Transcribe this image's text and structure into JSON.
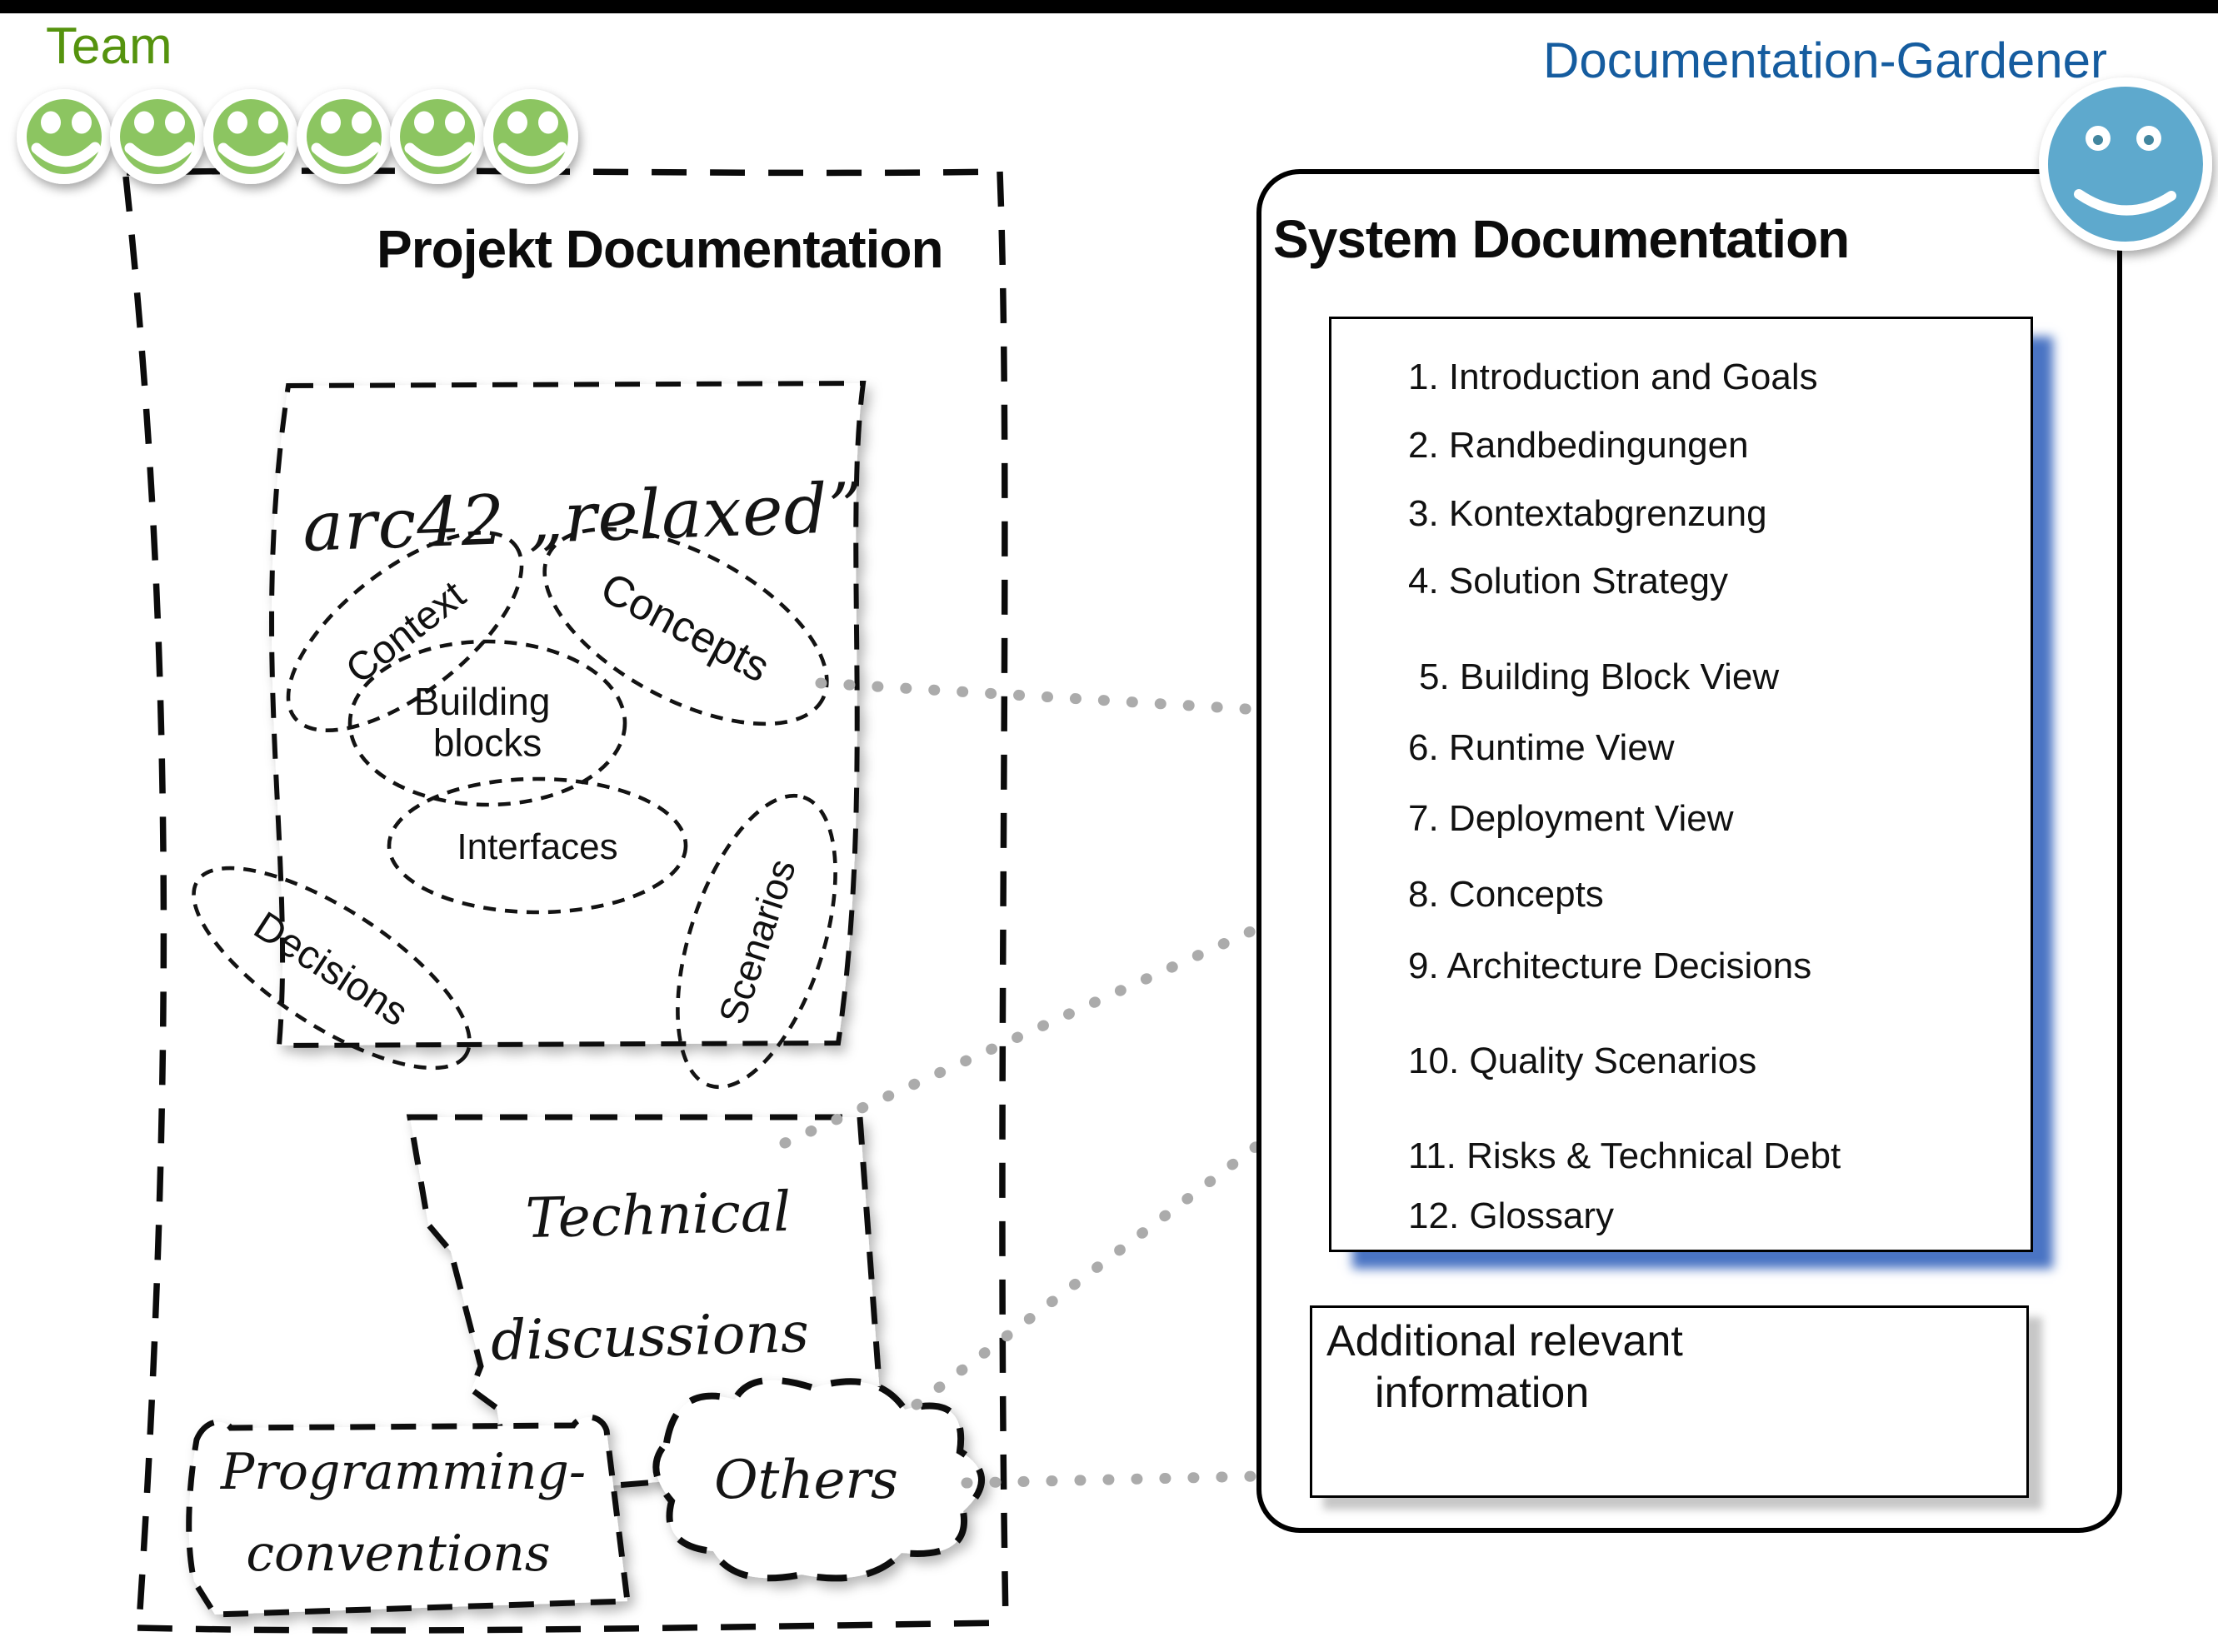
{
  "page": {
    "top_bar_color": "#000000",
    "background": "#ffffff"
  },
  "team": {
    "label": "Team",
    "label_color": "#55930e",
    "member_count": 6,
    "smiley_face_color": "#8cc561",
    "icon": "smiley-face-icon"
  },
  "gardener": {
    "label": "Documentation-Gardener",
    "label_color": "#155c9f",
    "smiley_face_color": "#5ea9cd",
    "smiley_pupil_color": "#42869f",
    "icon": "smiley-face-icon"
  },
  "project_documentation": {
    "title": "Projekt Documentation",
    "arc42_sheet": {
      "heading": "arc42 „relaxed”",
      "clouds": [
        {
          "label_lines": [
            "Context"
          ]
        },
        {
          "label_lines": [
            "Concepts"
          ]
        },
        {
          "label_lines": [
            "Building",
            "blocks"
          ]
        },
        {
          "label_lines": [
            "Interfaces"
          ]
        },
        {
          "label_lines": [
            "Decisions"
          ]
        },
        {
          "label_lines": [
            "Scenarios"
          ]
        }
      ]
    },
    "technical_discussions": {
      "lines": [
        "Technical",
        "discussions"
      ]
    },
    "programming_conventions": {
      "lines": [
        "Programming-",
        "conventions"
      ]
    },
    "others": {
      "label": "Others"
    }
  },
  "system_documentation": {
    "title": "System Documentation",
    "toc": [
      "1. Introduction and Goals",
      "2. Randbedingungen",
      "3. Kontextabgrenzung",
      "4. Solution Strategy",
      "5. Building Block View",
      "6. Runtime View",
      "7. Deployment View",
      "8. Concepts",
      "9. Architecture Decisions",
      "10. Quality Scenarios",
      "11. Risks & Technical Debt",
      "12. Glossary"
    ],
    "toc_shadow_color": "#4a74c4",
    "additional_info": {
      "lines": [
        "Additional relevant",
        "information"
      ]
    }
  },
  "arrows": {
    "color": "#ababab",
    "style": "dotted",
    "count": 4
  }
}
